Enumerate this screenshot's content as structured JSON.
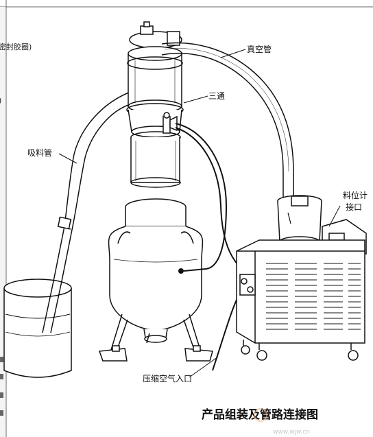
{
  "labels": {
    "vacuum_pipe": "真空管",
    "tee": "三通",
    "suction_pipe": "吸料管",
    "level_gauge_line1": "料位计",
    "level_gauge_line2": "接口",
    "compressed_air_inlet": "压缩空气入口"
  },
  "title": "产品组装及管路连接图",
  "left_fragments": [
    "密封胶圈)",
    ")"
  ],
  "watermark_url": "www.wjw.cn",
  "colors": {
    "line": "#111111",
    "paper": "#ffffff",
    "watermark": "#e8b48a"
  }
}
